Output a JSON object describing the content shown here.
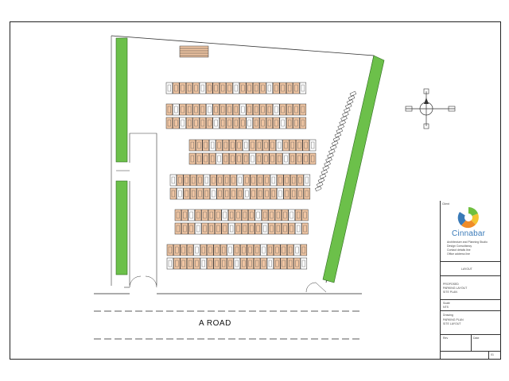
{
  "site_plan": {
    "road_label": "A ROAD"
  },
  "title_block": {
    "company_name": "Cinnabar",
    "header_label": "Client",
    "tagline_lines": [
      "Architecture and Planning Studio",
      "Design Consultancy",
      "Contact details line",
      "Office address line"
    ],
    "drawing_title": "LAYOUT",
    "project_lines": [
      "PROPOSED",
      "PARKING LAYOUT",
      "SITE PLAN"
    ],
    "scale_label": "Scale",
    "scale_value": "NTS",
    "drawing_label": "Drawing",
    "drawing_lines": [
      "PARKING PLAN",
      "SITE LAYOUT"
    ],
    "revision_label": "Rev",
    "date_label": "Date",
    "sheet_no": "01"
  },
  "colors": {
    "stall_fill": "#f1c6a3",
    "stall_alt": "#ffffff",
    "green_strip": "#6cc04a",
    "logo_green": "#6fbf3f",
    "logo_blue": "#3a7ab8",
    "logo_orange": "#f08c28",
    "logo_yellow": "#f4c430"
  }
}
